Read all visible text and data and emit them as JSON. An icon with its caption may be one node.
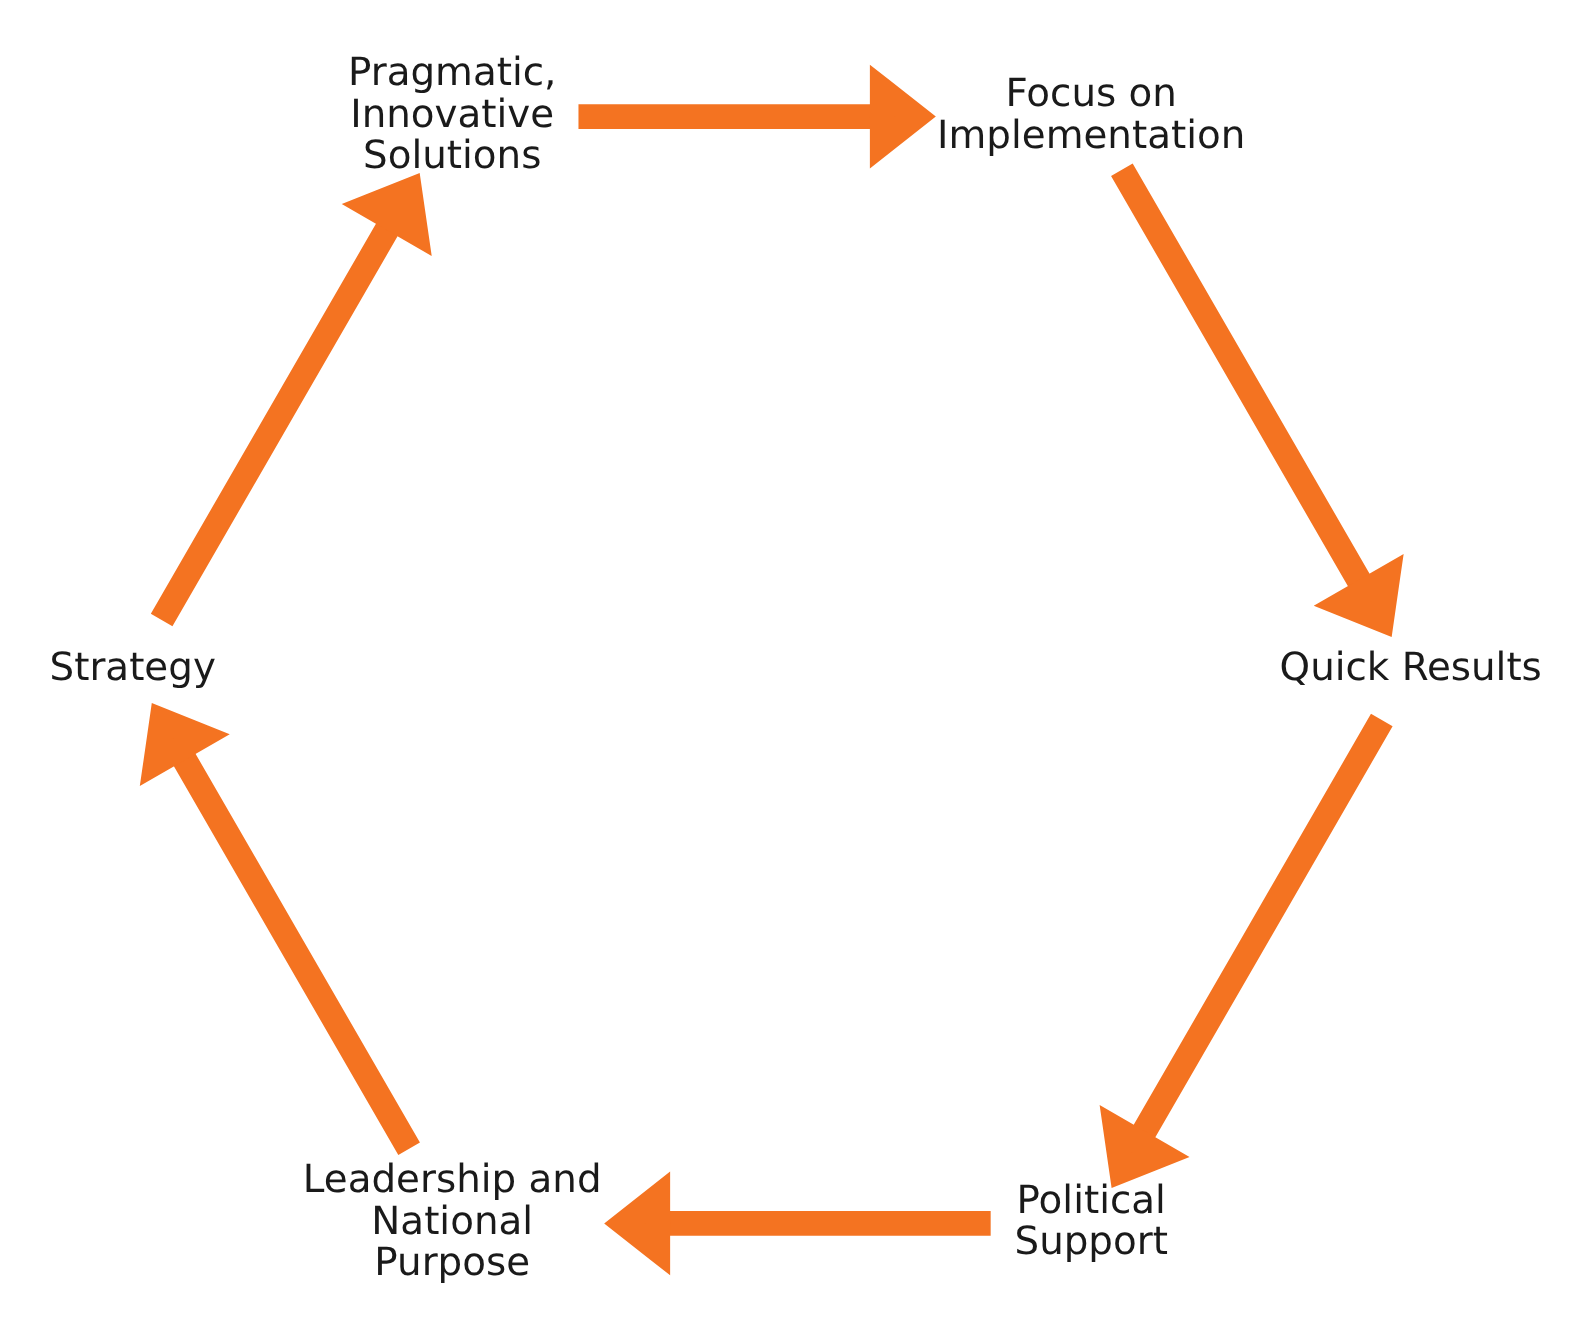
{
  "diagram": {
    "nodes": [
      {
        "text": [
          "Political Support"
        ]
      },
      {
        "text": [
          "Leadership and National Purpose"
        ]
      },
      {
        "text": [
          "Strategy"
        ]
      },
      {
        "text": [
          "Pragmatic, Innovative Solutions"
        ]
      },
      {
        "text": [
          "Focus on Implementation"
        ]
      },
      {
        "text": [
          "Quick Results"
        ]
      }
    ],
    "edges": [
      {
        "from": 5,
        "to": 0,
        "arrow": "to"
      },
      {
        "from": 0,
        "to": 1,
        "arrow": "to"
      },
      {
        "from": 1,
        "to": 2,
        "arrow": "to"
      },
      {
        "from": 2,
        "to": 3,
        "arrow": "to"
      },
      {
        "from": 3,
        "to": 4,
        "arrow": "to"
      },
      {
        "from": 4,
        "to": 5,
        "arrow": "to"
      }
    ]
  }
}
